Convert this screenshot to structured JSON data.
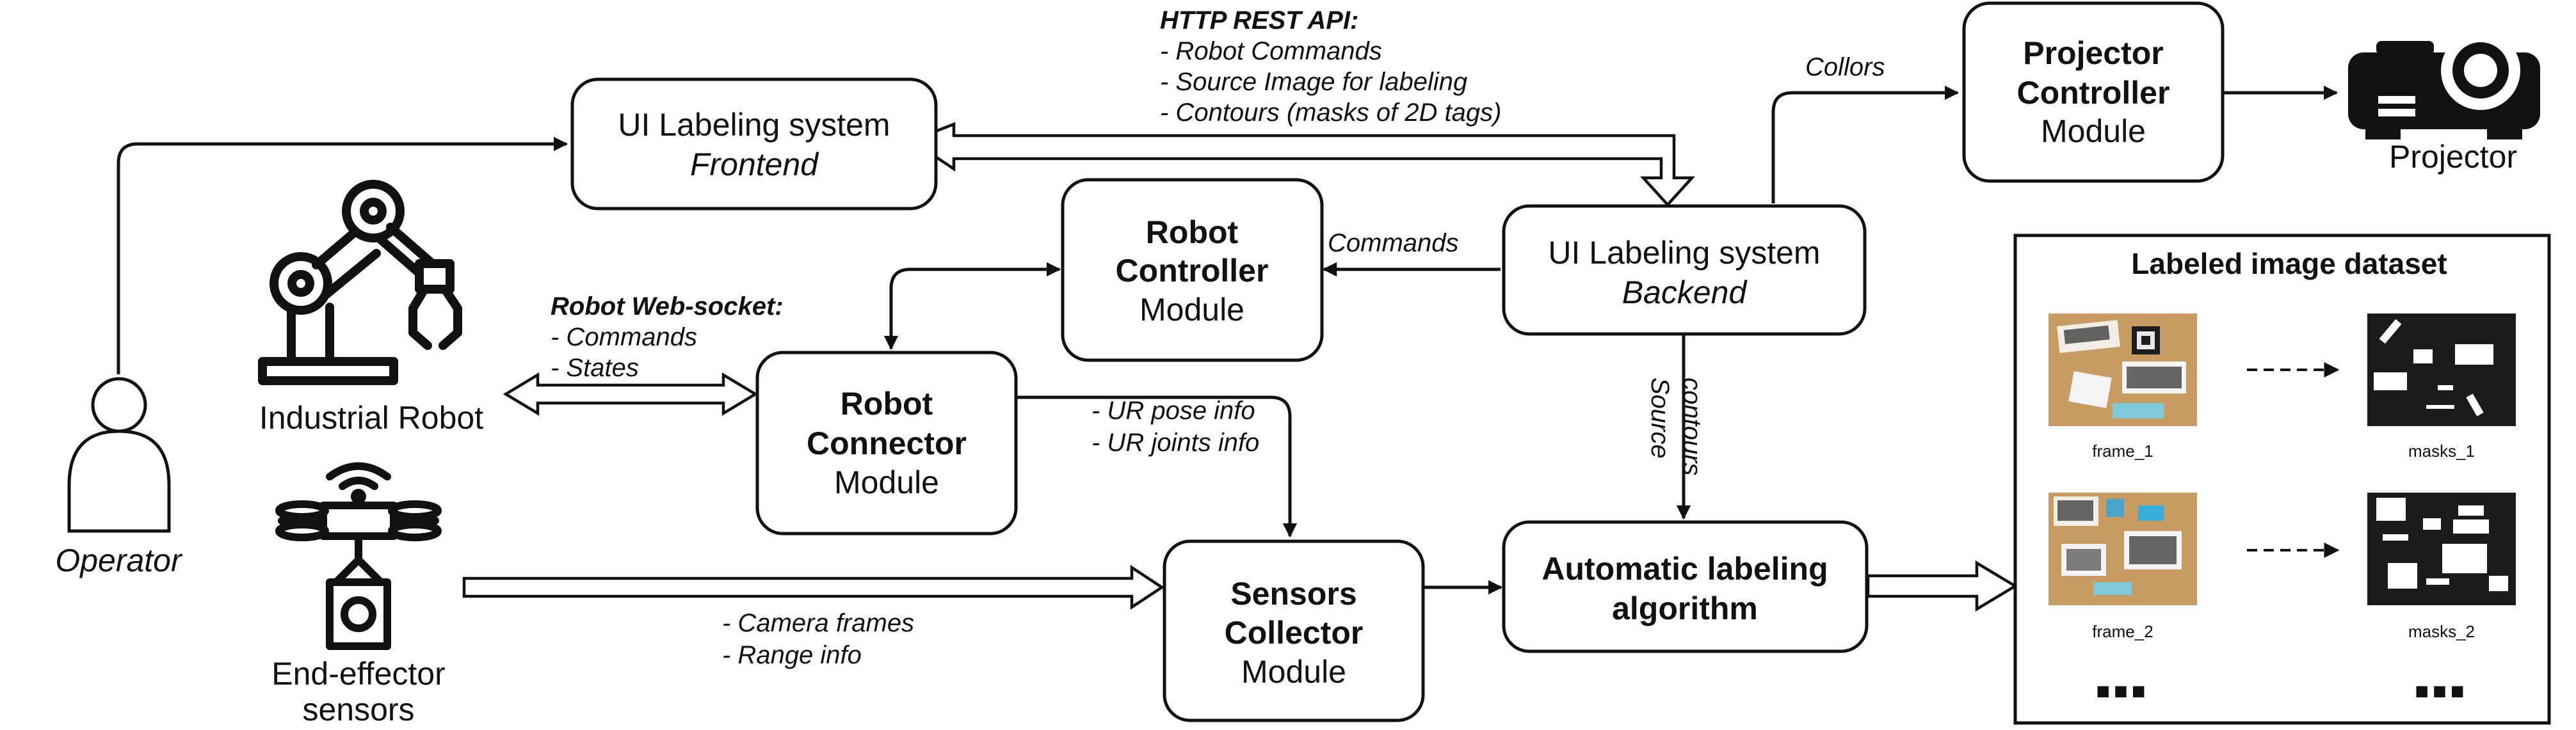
{
  "boxes": {
    "frontend": {
      "line1": "UI Labeling system",
      "line2": "Frontend"
    },
    "backend": {
      "line1": "UI Labeling system",
      "line2": "Backend"
    },
    "robot_controller": {
      "line1": "Robot",
      "line2": "Controller",
      "line3": "Module"
    },
    "robot_connector": {
      "line1": "Robot",
      "line2": "Connector",
      "line3": "Module"
    },
    "sensors_collector": {
      "line1": "Sensors",
      "line2": "Collector",
      "line3": "Module"
    },
    "auto_labeling": {
      "line1": "Automatic labeling",
      "line2": "algorithm"
    },
    "projector_controller": {
      "line1": "Projector",
      "line2": "Controller",
      "line3": "Module"
    }
  },
  "actors": {
    "operator": "Operator",
    "industrial_robot": "Industrial Robot",
    "end_effector": {
      "line1": "End-effector",
      "line2": "sensors"
    },
    "projector": "Projector"
  },
  "annotations": {
    "http_api": {
      "title": "HTTP REST API:",
      "items": [
        "- Robot Commands",
        "- Source Image for labeling",
        "- Contours (masks of 2D tags)"
      ]
    },
    "collors": "Collors",
    "commands": "Commands",
    "websocket": {
      "title": "Robot Web-socket:",
      "items": [
        "- Commands",
        "- States"
      ]
    },
    "ur_info": [
      "- UR pose info",
      "- UR joints info"
    ],
    "source_contours": {
      "line1": "Source",
      "line2": "contours"
    },
    "camera": [
      "- Camera frames",
      "- Range info"
    ]
  },
  "dataset": {
    "title": "Labeled image dataset",
    "rows": [
      {
        "frame": "frame_1",
        "mask": "masks_1"
      },
      {
        "frame": "frame_2",
        "mask": "masks_2"
      }
    ],
    "ellipsis": "■■■"
  }
}
